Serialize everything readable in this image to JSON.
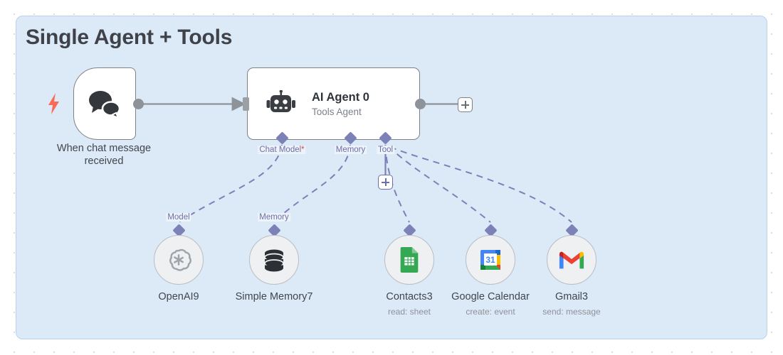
{
  "sticky": {
    "title": "Single Agent + Tools",
    "bg": "#dce9f7",
    "border": "#b7d2ec"
  },
  "canvas": {
    "dot_color": "#d9dde2",
    "bg": "#ffffff"
  },
  "trigger": {
    "label_line1": "When chat message",
    "label_line2": "received",
    "icon": "chat-bubbles-icon",
    "badge_icon": "lightning-bolt-icon",
    "badge_color": "#fa6a56"
  },
  "agent": {
    "title": "AI Agent 0",
    "subtitle": "Tools Agent",
    "icon": "robot-icon",
    "ports": [
      {
        "label": "Chat Model",
        "required": true
      },
      {
        "label": "Memory",
        "required": false
      },
      {
        "label": "Tool",
        "required": false
      }
    ]
  },
  "subnodes": [
    {
      "name": "OpenAI9",
      "subtitle": "",
      "icon": "openai-icon",
      "port_label": "Model"
    },
    {
      "name": "Simple Memory7",
      "subtitle": "",
      "icon": "database-icon",
      "port_label": "Memory"
    },
    {
      "name": "Contacts3",
      "subtitle": "read: sheet",
      "icon": "google-sheets-icon",
      "port_label": ""
    },
    {
      "name": "Google Calendar",
      "subtitle": "create: event",
      "icon": "google-calendar-icon",
      "port_label": ""
    },
    {
      "name": "Gmail3",
      "subtitle": "send: message",
      "icon": "gmail-icon",
      "port_label": ""
    }
  ],
  "buttons": {
    "add_after_agent": "+",
    "add_tool": "+"
  },
  "colors": {
    "accent_purple": "#7c81b8",
    "node_border": "#7d8186",
    "required_star": "#e8402a"
  }
}
